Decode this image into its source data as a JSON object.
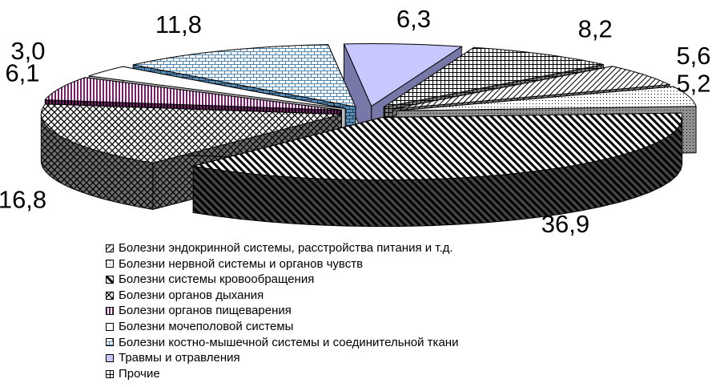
{
  "chart_data": {
    "type": "pie",
    "three_d": true,
    "exploded": true,
    "legend_position": "bottom",
    "slices": [
      {
        "name": "Болезни эндокринной системы, расстройства питания и т.д.",
        "label": "5,6",
        "value": 5.6,
        "pattern": "diag-up",
        "color": "#ffffff",
        "dark_color": "#7f7f7f"
      },
      {
        "name": "Болезни нервной системы и органов чувств",
        "label": "5,2",
        "value": 5.2,
        "pattern": "dots",
        "color": "#ffffff",
        "dark_color": "#909090"
      },
      {
        "name": "Болезни системы кровообращения",
        "label": "36,9",
        "value": 36.9,
        "pattern": "diag-down",
        "color": "#ffffff",
        "dark_color": "#444444"
      },
      {
        "name": "Болезни органов дыхания",
        "label": "16,8",
        "value": 16.8,
        "pattern": "crosshatch",
        "color": "#ffffff",
        "dark_color": "#6f6f6f"
      },
      {
        "name": "Болезни органов пищеварения",
        "label": "6,1",
        "value": 6.1,
        "pattern": "vlines",
        "color": "#ffffff",
        "dark_color": "#7a1f6e"
      },
      {
        "name": "Болезни мочеполовой системы",
        "label": "3,0",
        "value": 3.0,
        "pattern": "none",
        "color": "#ffffff",
        "dark_color": "#bbbbbb"
      },
      {
        "name": "Болезни костно-мышечной системы и соединительной ткани",
        "label": "11,8",
        "value": 11.8,
        "pattern": "bricks",
        "color": "#ffffff",
        "dark_color": "#5b8fb5"
      },
      {
        "name": "Травмы и отравления",
        "label": "6,3",
        "value": 6.3,
        "pattern": "solid",
        "color": "#c8c8ff",
        "dark_color": "#7878a8"
      },
      {
        "name": "Прочие",
        "label": "8,2",
        "value": 8.2,
        "pattern": "grid",
        "color": "#ffffff",
        "dark_color": "#777777"
      }
    ]
  }
}
